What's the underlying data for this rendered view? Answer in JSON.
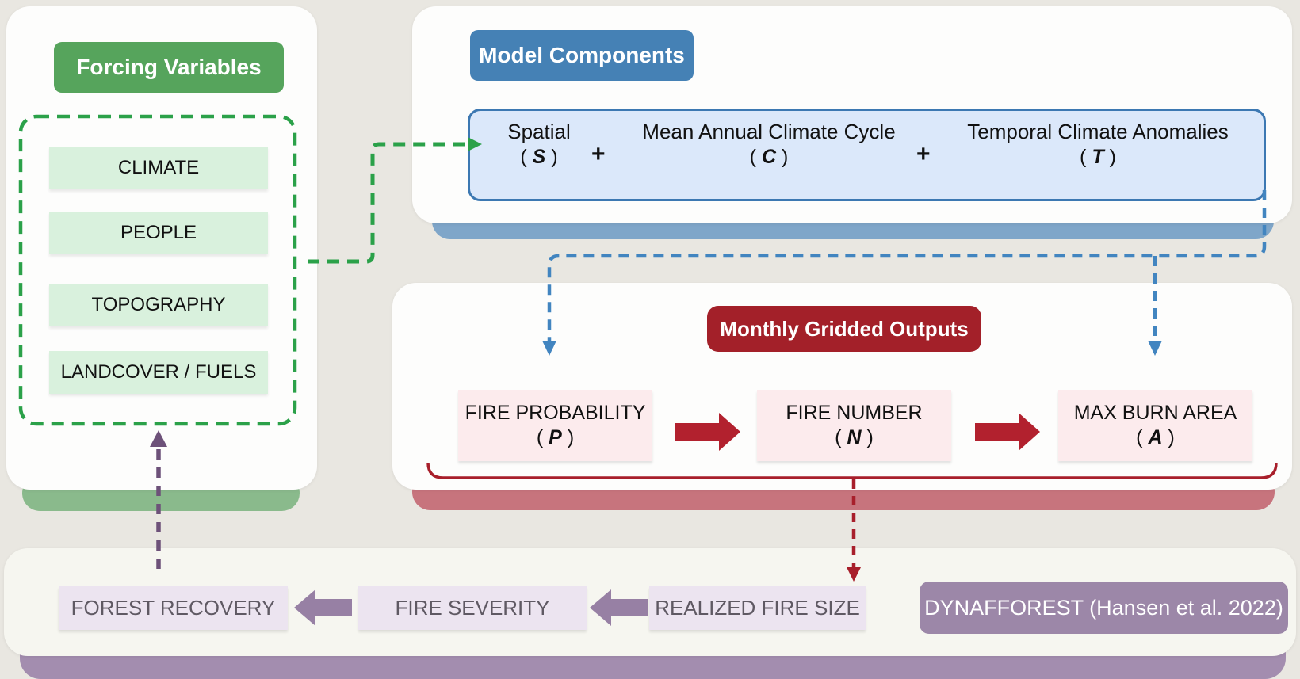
{
  "forcing": {
    "title": "Forcing Variables",
    "items": [
      "CLIMATE",
      "PEOPLE",
      "TOPOGRAPHY",
      "LANDCOVER / FUELS"
    ]
  },
  "model": {
    "title": "Model Components",
    "plus": "+",
    "terms": [
      {
        "name": "Spatial",
        "letter": "S"
      },
      {
        "name": "Mean Annual Climate Cycle",
        "letter": "C"
      },
      {
        "name": "Temporal Climate Anomalies",
        "letter": "T"
      }
    ]
  },
  "outputs": {
    "title": "Monthly Gridded Outputs",
    "boxes": [
      {
        "name": "FIRE PROBABILITY",
        "letter": "P"
      },
      {
        "name": "FIRE NUMBER",
        "letter": "N"
      },
      {
        "name": "MAX BURN AREA",
        "letter": "A"
      }
    ]
  },
  "feedback": {
    "boxes": [
      "FOREST RECOVERY",
      "FIRE SEVERITY",
      "REALIZED FIRE SIZE"
    ],
    "credit": "DYNAFFOREST  (Hansen et al. 2022)"
  },
  "syms": {
    "open": "(",
    "close": ")"
  },
  "colors": {
    "background": "#e9e7e1",
    "green_header": "#56a45c",
    "green_item": "#d9f1dd",
    "green_dash": "#2ba149",
    "green_shadow": "#8aba8c",
    "blue_header": "#4581b5",
    "blue_box_fill": "#dbe8fa",
    "blue_box_border": "#3c78b2",
    "blue_dash": "#4285c0",
    "blue_shadow": "#7fa6c9",
    "red_header": "#a32029",
    "pink_box": "#fcebed",
    "red_arrow": "#b2212e",
    "red_shadow": "#c7747d",
    "purple_box": "#ece4f0",
    "purple_arrow": "#9780a4",
    "purple_solid_box": "#9c87a8",
    "purple_shadow": "#a38daf",
    "purple_dash": "#6d5179"
  }
}
